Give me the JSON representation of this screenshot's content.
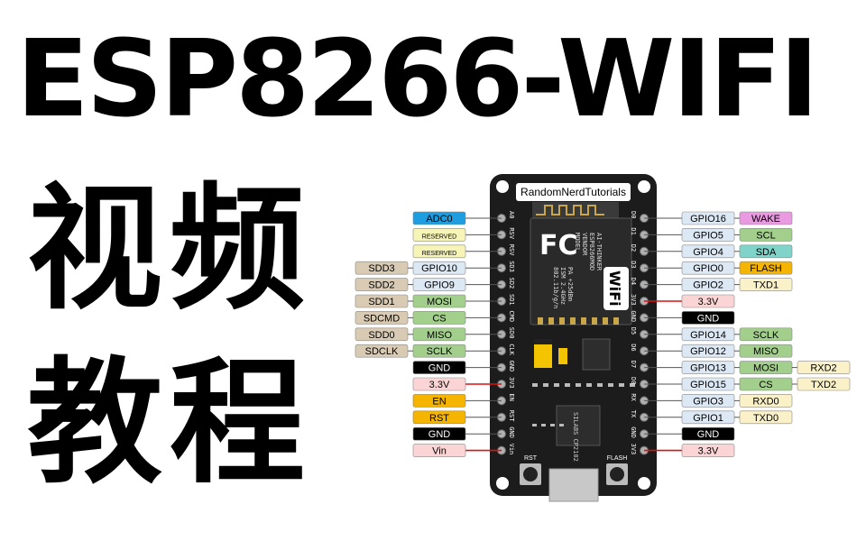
{
  "title": "ESP8266-WIFI",
  "subtitle_line1": "视频",
  "subtitle_line2": "教程",
  "board": {
    "brand": "RandomNerdTutorials",
    "fc": "FC",
    "wifi": "WiFi",
    "rst_button": "RST",
    "flash_button": "FLASH",
    "chip": "SILABS CP2102",
    "module_text": [
      "MODEL",
      "VENDOR",
      "ESP8266MOD",
      "AI-THINKER",
      "ISM 2.4GHz",
      "PA +25dBm",
      "802.11b/g/n"
    ],
    "left_pin_names": [
      "A0",
      "RSV",
      "RSV",
      "SD3",
      "SD2",
      "SD1",
      "CMD",
      "SD0",
      "CLK",
      "GND",
      "3V3",
      "EN",
      "RST",
      "GND",
      "Vin"
    ],
    "right_pin_names": [
      "D0",
      "D1",
      "D2",
      "D3",
      "D4",
      "3V3",
      "GND",
      "D5",
      "D6",
      "D7",
      "D8",
      "RX",
      "TX",
      "GND",
      "3V3"
    ]
  },
  "left_labels": [
    [
      {
        "t": "ADC0",
        "c": "#1e9ee0",
        "f": "#000"
      }
    ],
    [
      {
        "t": "RESERVED",
        "c": "#f7f4b8",
        "f": "#000",
        "s": "small"
      }
    ],
    [
      {
        "t": "RESERVED",
        "c": "#f7f4b8",
        "f": "#000",
        "s": "small"
      }
    ],
    [
      {
        "t": "SDD3",
        "c": "#d9cbb3",
        "f": "#000"
      },
      {
        "t": "GPIO10",
        "c": "#dde8f5",
        "f": "#000"
      }
    ],
    [
      {
        "t": "SDD2",
        "c": "#d9cbb3",
        "f": "#000"
      },
      {
        "t": "GPIO9",
        "c": "#dde8f5",
        "f": "#000"
      }
    ],
    [
      {
        "t": "SDD1",
        "c": "#d9cbb3",
        "f": "#000"
      },
      {
        "t": "MOSI",
        "c": "#a3cf8c",
        "f": "#000"
      }
    ],
    [
      {
        "t": "SDCMD",
        "c": "#d9cbb3",
        "f": "#000"
      },
      {
        "t": "CS",
        "c": "#a3cf8c",
        "f": "#000"
      }
    ],
    [
      {
        "t": "SDD0",
        "c": "#d9cbb3",
        "f": "#000"
      },
      {
        "t": "MISO",
        "c": "#a3cf8c",
        "f": "#000"
      }
    ],
    [
      {
        "t": "SDCLK",
        "c": "#d9cbb3",
        "f": "#000"
      },
      {
        "t": "SCLK",
        "c": "#a3cf8c",
        "f": "#000"
      }
    ],
    [
      {
        "t": "GND",
        "c": "#000000",
        "f": "#fff"
      }
    ],
    [
      {
        "t": "3.3V",
        "c": "#fbd5d5",
        "f": "#000"
      }
    ],
    [
      {
        "t": "EN",
        "c": "#f5b400",
        "f": "#000"
      }
    ],
    [
      {
        "t": "RST",
        "c": "#f5b400",
        "f": "#000"
      }
    ],
    [
      {
        "t": "GND",
        "c": "#000000",
        "f": "#fff"
      }
    ],
    [
      {
        "t": "Vin",
        "c": "#fbd5d5",
        "f": "#000"
      }
    ]
  ],
  "right_labels": [
    [
      {
        "t": "GPIO16",
        "c": "#dde8f5",
        "f": "#000"
      },
      {
        "t": "WAKE",
        "c": "#e99ae0",
        "f": "#000"
      }
    ],
    [
      {
        "t": "GPIO5",
        "c": "#dde8f5",
        "f": "#000"
      },
      {
        "t": "SCL",
        "c": "#a3cf8c",
        "f": "#000"
      }
    ],
    [
      {
        "t": "GPIO4",
        "c": "#dde8f5",
        "f": "#000"
      },
      {
        "t": "SDA",
        "c": "#7fd3c8",
        "f": "#000"
      }
    ],
    [
      {
        "t": "GPIO0",
        "c": "#dde8f5",
        "f": "#000"
      },
      {
        "t": "FLASH",
        "c": "#f5b400",
        "f": "#000"
      }
    ],
    [
      {
        "t": "GPIO2",
        "c": "#dde8f5",
        "f": "#000"
      },
      {
        "t": "TXD1",
        "c": "#fbf1c8",
        "f": "#000"
      }
    ],
    [
      {
        "t": "3.3V",
        "c": "#fbd5d5",
        "f": "#000"
      }
    ],
    [
      {
        "t": "GND",
        "c": "#000000",
        "f": "#fff"
      }
    ],
    [
      {
        "t": "GPIO14",
        "c": "#dde8f5",
        "f": "#000"
      },
      {
        "t": "SCLK",
        "c": "#a3cf8c",
        "f": "#000"
      }
    ],
    [
      {
        "t": "GPIO12",
        "c": "#dde8f5",
        "f": "#000"
      },
      {
        "t": "MISO",
        "c": "#a3cf8c",
        "f": "#000"
      }
    ],
    [
      {
        "t": "GPIO13",
        "c": "#dde8f5",
        "f": "#000"
      },
      {
        "t": "MOSI",
        "c": "#a3cf8c",
        "f": "#000"
      },
      {
        "t": "RXD2",
        "c": "#fbf1c8",
        "f": "#000"
      }
    ],
    [
      {
        "t": "GPIO15",
        "c": "#dde8f5",
        "f": "#000"
      },
      {
        "t": "CS",
        "c": "#a3cf8c",
        "f": "#000"
      },
      {
        "t": "TXD2",
        "c": "#fbf1c8",
        "f": "#000"
      }
    ],
    [
      {
        "t": "GPIO3",
        "c": "#dde8f5",
        "f": "#000"
      },
      {
        "t": "RXD0",
        "c": "#fbf1c8",
        "f": "#000"
      }
    ],
    [
      {
        "t": "GPIO1",
        "c": "#dde8f5",
        "f": "#000"
      },
      {
        "t": "TXD0",
        "c": "#fbf1c8",
        "f": "#000"
      }
    ],
    [
      {
        "t": "GND",
        "c": "#000000",
        "f": "#fff"
      }
    ],
    [
      {
        "t": "3.3V",
        "c": "#fbd5d5",
        "f": "#000"
      }
    ]
  ]
}
